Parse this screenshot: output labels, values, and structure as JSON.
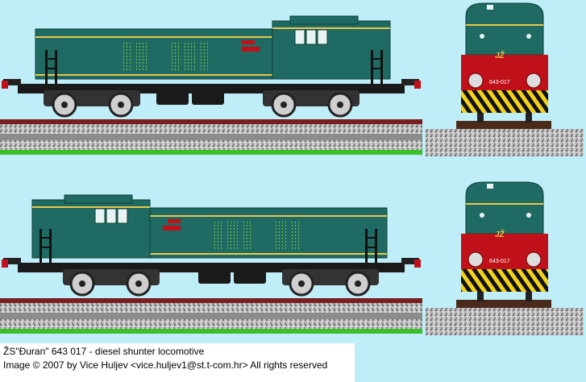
{
  "caption": {
    "line1": "ŽS\"Đuran\"   643 017  - diesel shunter locomotive",
    "line2": "Image © 2007 by Vice Huljev <vice.huljev1@st.t-com.hr>  All rights reserved"
  },
  "locomotive": {
    "number_plate": "643-017",
    "logo_text": "JŽ",
    "body_color": "#1f6b63",
    "stripe_color": "#e8c84a",
    "buffer_color": "#c0101a",
    "hazard_color": "#f2d21b",
    "background_color": "#bfeef9"
  }
}
